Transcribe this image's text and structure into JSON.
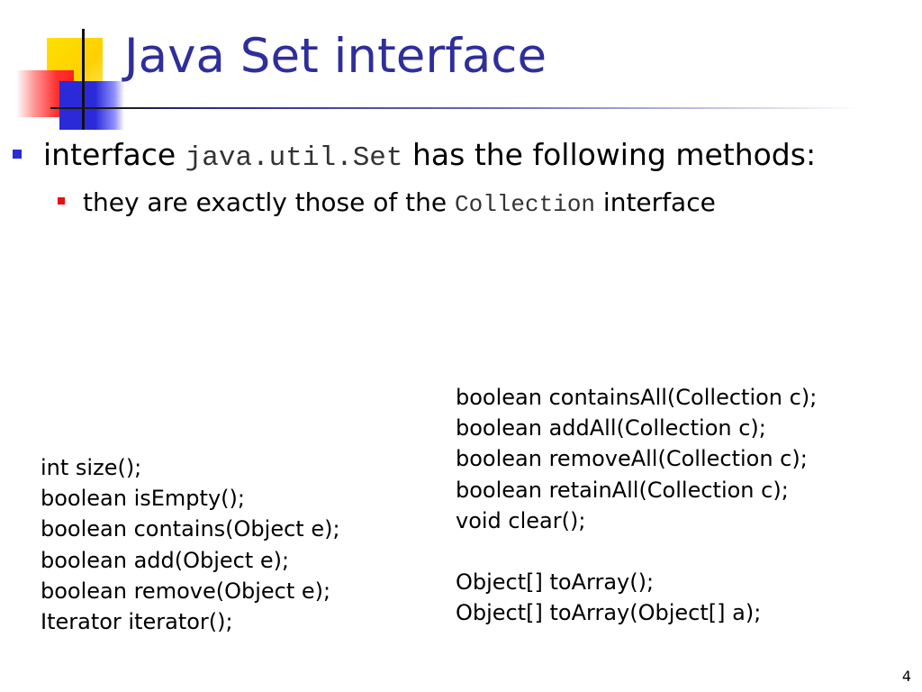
{
  "slide": {
    "title": "Java Set interface",
    "bullet1": {
      "prefix": "interface ",
      "code": "java.util.Set",
      "suffix": " has the following methods:"
    },
    "bullet2": {
      "prefix": "they are exactly those of the ",
      "code": "Collection",
      "suffix": " interface"
    },
    "code_left": [
      "int size();",
      "boolean isEmpty();",
      "boolean contains(Object e);",
      "boolean add(Object e);",
      "boolean remove(Object e);",
      "Iterator iterator();"
    ],
    "code_right": [
      "boolean containsAll(Collection c);",
      "boolean addAll(Collection c);",
      "boolean removeAll(Collection c);",
      "boolean retainAll(Collection c);",
      "void clear();",
      "",
      "Object[] toArray();",
      "Object[] toArray(Object[] a);"
    ],
    "page_number": "4"
  },
  "colors": {
    "title": "#2e2e9c",
    "bullet_level1": "#2a2ad8",
    "bullet_level2": "#e81010",
    "code_inline": "#333333"
  }
}
